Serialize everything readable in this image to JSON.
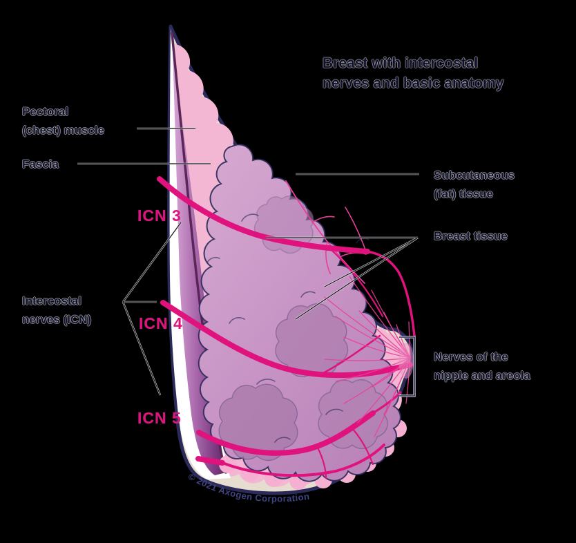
{
  "title": {
    "line1": "Breast with intercostal",
    "line2": "nerves and basic anatomy"
  },
  "labels": {
    "pectoral": {
      "line1": "Pectoral",
      "line2": "(chest) muscle"
    },
    "fascia": "Fascia",
    "intercostal": {
      "line1": "Intercostal",
      "line2": "nerves (ICN)"
    },
    "icn3": "ICN 3",
    "icn4": "ICN 4",
    "icn5": "ICN 5",
    "subcutaneous": {
      "line1": "Subcutaneous",
      "line2": "(fat) tissue"
    },
    "breast_tissue": "Breast tissue",
    "nipple": {
      "line1": "Nerves of the",
      "line2": "nipple and areola"
    }
  },
  "copyright": "© 2021 Axogen Corporation",
  "palette": {
    "background": "#000000",
    "outline": "#2b2a58",
    "skin_pink": "#f3b7d3",
    "fat_beige": "#e6ddd0",
    "tissue_mauve": "#c996c8",
    "lobule_mauve": "#ab79ac",
    "muscle_purple": "#8a4490",
    "fascia_white": "#ffffff",
    "nerve_pink": "#e0127d",
    "label_dark": "#10102a",
    "label_pink": "#e0127d",
    "copyright_blue": "#3f4483"
  }
}
